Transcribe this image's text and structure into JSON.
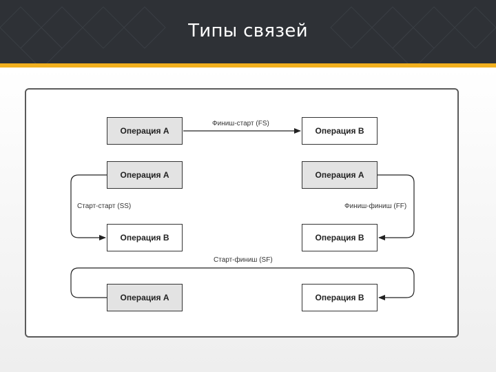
{
  "slide": {
    "title": "Типы связей"
  },
  "diagram": {
    "fs": {
      "source": "Операция А",
      "target": "Операция В",
      "label": "Финиш-старт (FS)"
    },
    "ss": {
      "source": "Операция А",
      "target": "Операция В",
      "label": "Старт-старт (SS)"
    },
    "ff": {
      "source": "Операция А",
      "target": "Операция В",
      "label": "Финиш-финиш (FF)"
    },
    "sf": {
      "source": "Операция А",
      "target": "Операция В",
      "label": "Старт-финиш (SF)"
    }
  },
  "colors": {
    "header": "#2e3136",
    "accent": "#f2b01e",
    "box_grey": "#e3e3e3",
    "line": "#222222"
  }
}
